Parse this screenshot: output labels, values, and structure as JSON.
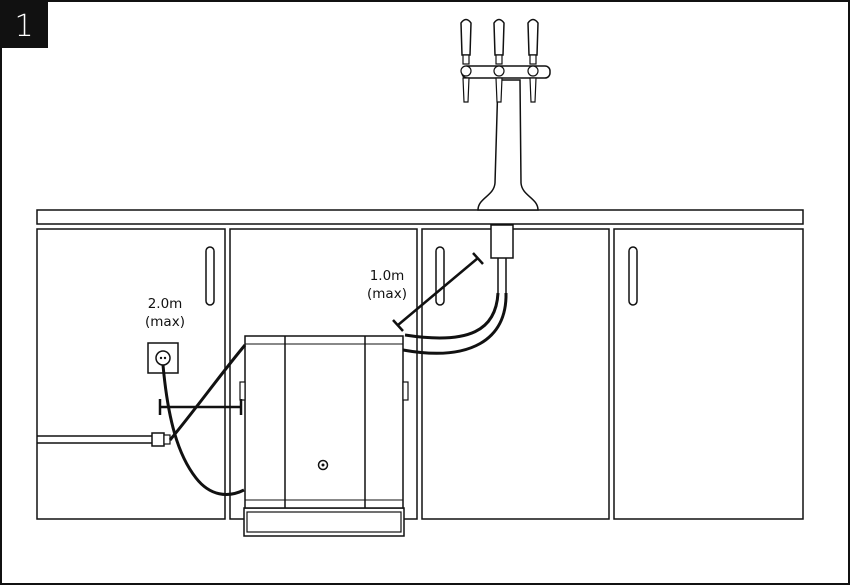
{
  "step": {
    "number": "1"
  },
  "labels": {
    "power_length": "2.0m",
    "power_qual": "(max)",
    "line_length": "1.0m",
    "line_qual": "(max)"
  },
  "colors": {
    "line": "#111111",
    "background": "#ffffff",
    "badge": "#111111",
    "badge_text": "#ffffff"
  },
  "icons": [
    "beer-font-tower-icon",
    "tap-handle-icon",
    "wall-socket-icon",
    "cooler-unit-icon"
  ]
}
